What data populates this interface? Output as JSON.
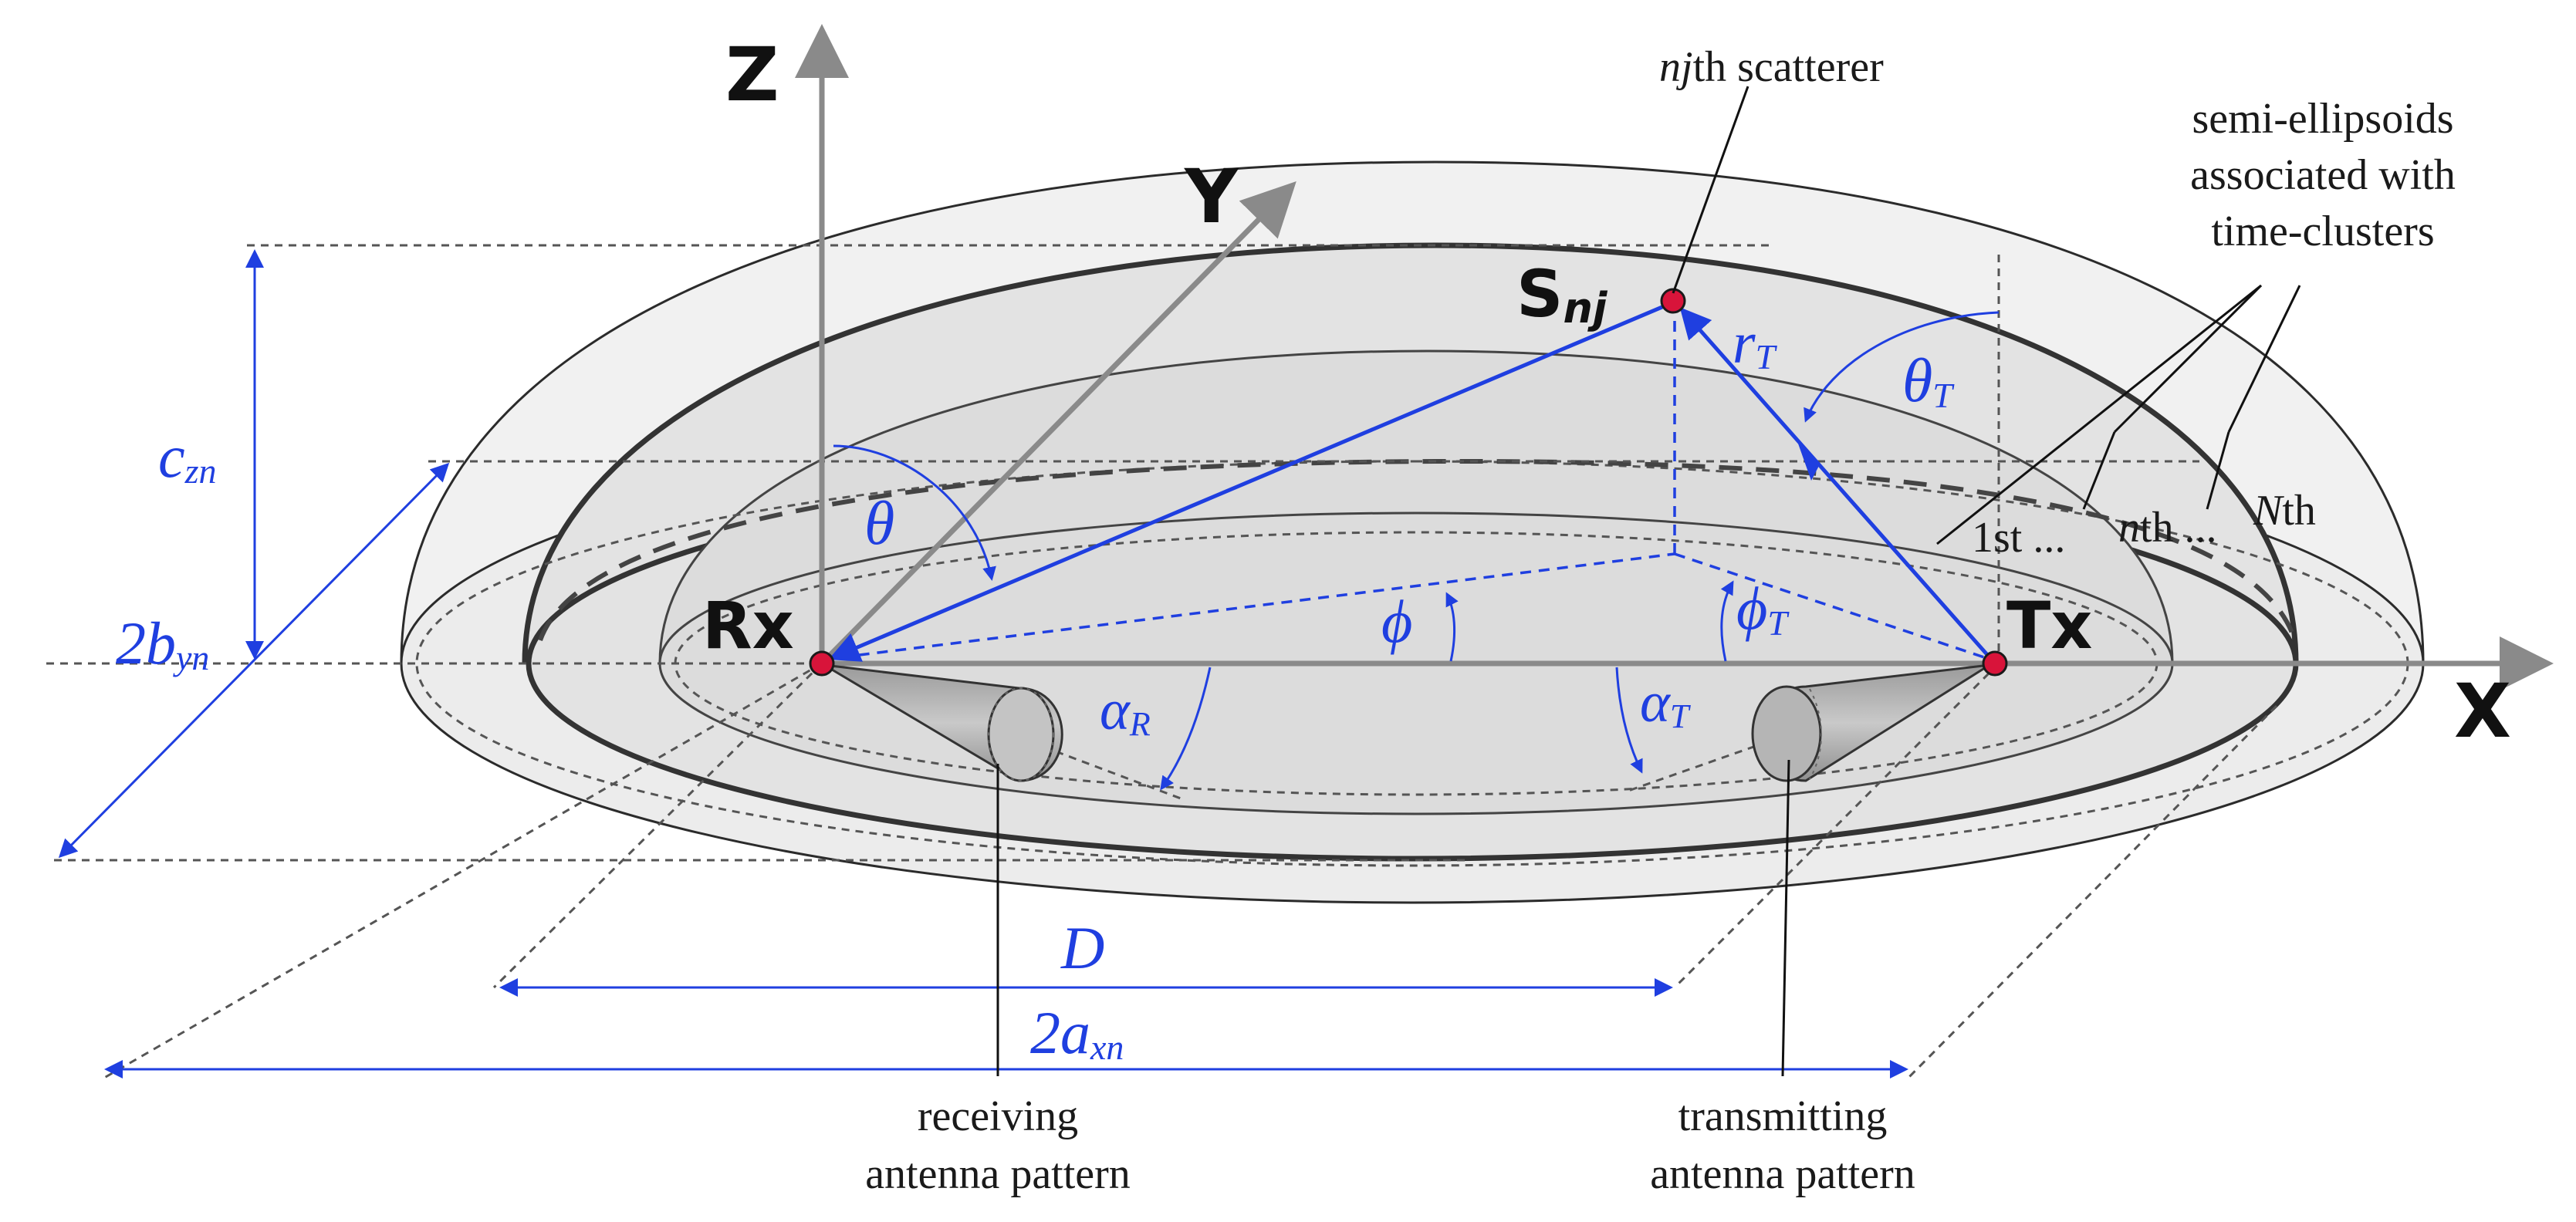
{
  "axes": {
    "z": "Z",
    "y": "Y",
    "x": "X"
  },
  "nodes": {
    "rx": "Rx",
    "tx": "Tx",
    "scatterer_main": "S",
    "scatterer_sub": "nj"
  },
  "math": {
    "c_main": "c",
    "c_sub": "zn",
    "b_main": "2b",
    "b_sub": "yn",
    "theta": "θ",
    "thetaT_main": "θ",
    "thetaT_sub": "T",
    "rT_main": "r",
    "rT_sub": "T",
    "phi": "ϕ",
    "phiT_main": "ϕ",
    "phiT_sub": "T",
    "alphaR_main": "α",
    "alphaR_sub": "R",
    "alphaT_main": "α",
    "alphaT_sub": "T",
    "D": "D",
    "a_main": "2a",
    "a_sub": "xn"
  },
  "annotations": {
    "scatterer_italic": "nj",
    "scatterer_rest": "th scatterer",
    "ellipsoids_line1": "semi-ellipsoids",
    "ellipsoids_line2": "associated with",
    "ellipsoids_line3": "time-clusters",
    "first": "1st ...",
    "nth_italic": "n",
    "nth_rest": "th ...",
    "Nth_italic": "N",
    "Nth_rest": "th",
    "rx_line1": "receiving",
    "rx_line2": "antenna pattern",
    "tx_line1": "transmitting",
    "tx_line2": "antenna pattern"
  },
  "colors": {
    "accent_blue": "#1f3fe0",
    "node_red": "#d8143a",
    "shell_outer": "#f1f1f1",
    "shell_mid": "#e3e3e3",
    "shell_inner": "#dcdcdc"
  }
}
